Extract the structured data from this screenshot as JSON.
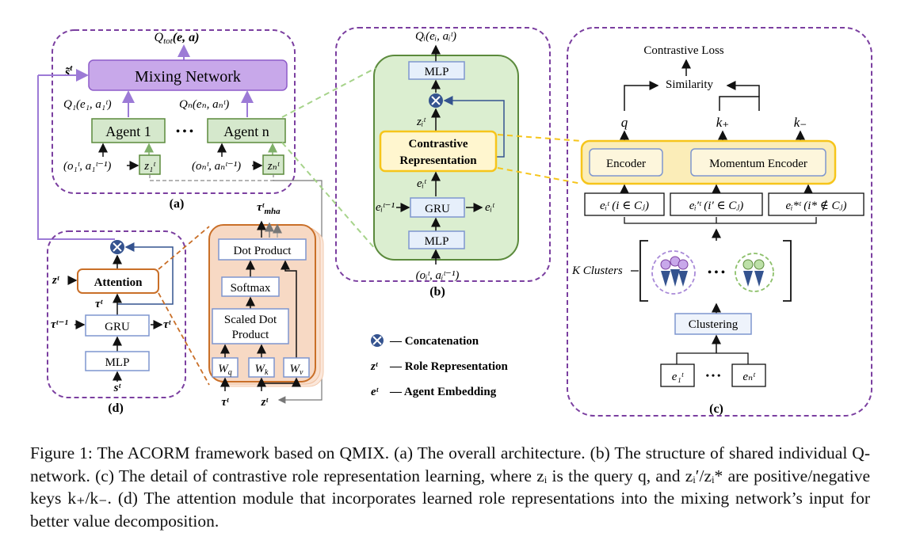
{
  "panels": {
    "a": {
      "label": "(a)",
      "q_tot": "Q",
      "q_tot_sub": "tot",
      "q_tot_args": "(e, a)",
      "state": "s̃",
      "state_sup": "t",
      "mixing_network": "Mixing Network",
      "q1": "Q₁(e₁, a₁ᵗ)",
      "qn": "Qₙ(eₙ, aₙᵗ)",
      "agent1": "Agent 1",
      "agentn": "Agent n",
      "ellipsis": "• • •",
      "obs1": "(o₁ᵗ, a₁ᵗ⁻¹)",
      "obsn": "(oₙᵗ, aₙᵗ⁻¹)",
      "z1": "z₁ᵗ",
      "zn": "zₙᵗ"
    },
    "b": {
      "label": "(b)",
      "qi": "Qᵢ(eᵢ, aᵢᵗ)",
      "mlp_top": "MLP",
      "zit": "zᵢᵗ",
      "contrastive": [
        "Contrastive",
        "Representation"
      ],
      "eit": "eᵢᵗ",
      "eit_prev": "eᵢᵗ⁻¹",
      "gru": "GRU",
      "eit_out": "eᵢᵗ",
      "mlp_bottom": "MLP",
      "input": "(oᵢᵗ, aᵢᵗ⁻¹)"
    },
    "c": {
      "label": "(c)",
      "contrastive_loss": "Contrastive Loss",
      "similarity": "Similarity",
      "q": "q",
      "k_plus": "k₊",
      "k_minus": "k₋",
      "encoder": "Encoder",
      "momentum_encoder": "Momentum Encoder",
      "samples": [
        "eᵢᵗ (i ∈ Cⱼ)",
        "eᵢ′ᵗ (i′ ∈ Cⱼ)",
        "eᵢ*ᵗ (i* ∉ Cⱼ)"
      ],
      "k_clusters": "K Clusters",
      "clustering": "Clustering",
      "e1": "e₁ᵗ",
      "en": "eₙᵗ",
      "dots": "• • •"
    },
    "d": {
      "label": "(d)",
      "zt": "zᵗ",
      "attention": "Attention",
      "tau_t": "τᵗ",
      "tau_prev": "τᵗ⁻¹",
      "gru": "GRU",
      "tau_out": "τᵗ",
      "mlp": "MLP",
      "st": "sᵗ"
    },
    "attention_detail": {
      "tau_mha": "τᵗ",
      "tau_mha_sub": "mha",
      "dot_product": "Dot Product",
      "softmax": "Softmax",
      "scaled": [
        "Scaled Dot",
        "Product"
      ],
      "wq": "W",
      "wq_sub": "q",
      "wk": "W",
      "wk_sub": "k",
      "wv": "W",
      "wv_sub": "v",
      "tau_in": "τᵗ",
      "z_in": "zᵗ"
    }
  },
  "legend": [
    {
      "symbol": "concat-icon",
      "text": "— Concatenation"
    },
    {
      "symbol": "zᵗ",
      "text": "— Role Representation"
    },
    {
      "symbol": "eᵗ",
      "text": "— Agent Embedding"
    }
  ],
  "caption": [
    "Figure 1: The ACORM framework based on QMIX. (a) The overall architecture. (b) The structure of shared individual Q-network. (c) The detail of contrastive role representation learning, where zᵢ is the query q, and zᵢ′/zᵢ* are positive/negative keys k₊/k₋. (d) The attention module that incorporates learned role representations into the mixing network’s input for better value decomposition."
  ],
  "colors": {
    "purple_dash": "#7b3fa0",
    "mixing_fill": "#c8a8ea",
    "mixing_stroke": "#8e5cc9",
    "green_fill": "#d5e8cc",
    "green_stroke": "#5b8a3c",
    "panel_b_fill": "#dbeed0",
    "blue_box": "#7e96cf",
    "yellow": "#f6c51b",
    "yellow_fill": "#fbedb8",
    "orange": "#c96f28",
    "orange_fill": "#f7d9c4",
    "navy": "#34538f"
  }
}
